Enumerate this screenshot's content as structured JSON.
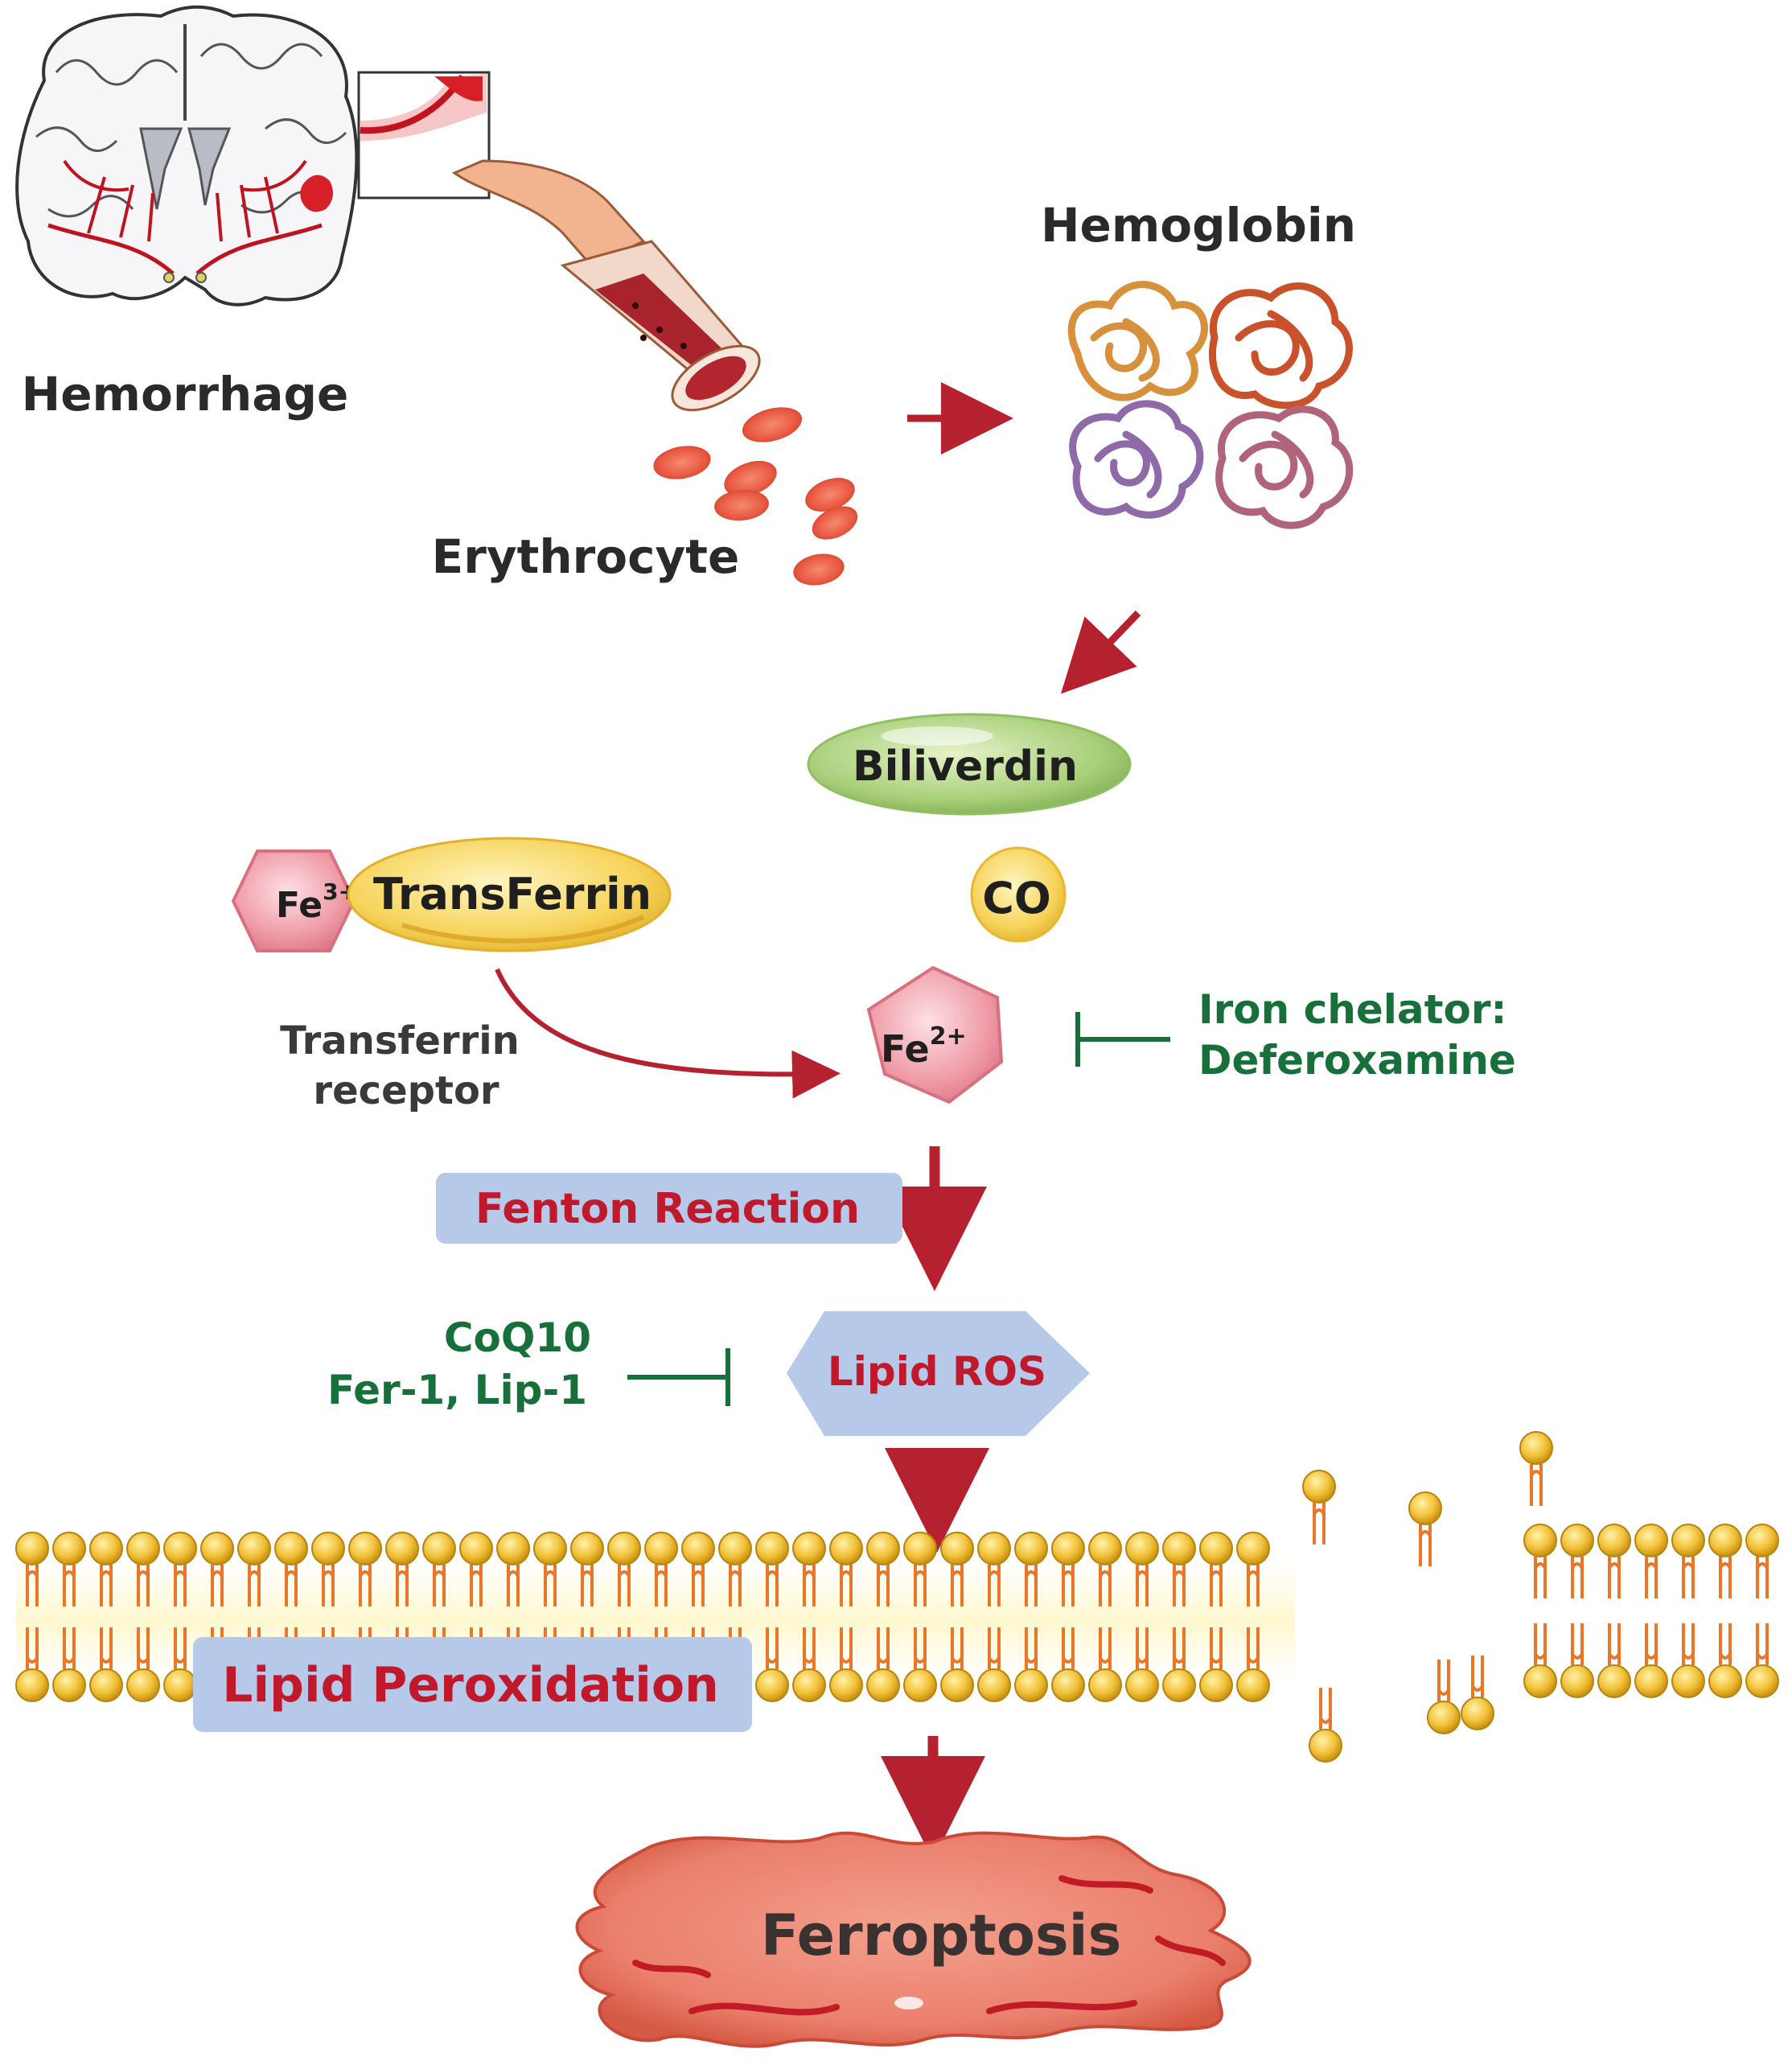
{
  "labels": {
    "hemorrhage": "Hemorrhage",
    "erythrocyte": "Erythrocyte",
    "hemoglobin": "Hemoglobin",
    "biliverdin": "Biliverdin",
    "co": "CO",
    "fe3_base": "Fe",
    "fe3_sup": "3+",
    "transferrin": "TransFerrin",
    "transferrin_receptor_line1": "Transferrin",
    "transferrin_receptor_line2": "receptor",
    "fe2_base": "Fe",
    "fe2_sup": "2+",
    "chelator_line1": "Iron chelator:",
    "chelator_line2": "Deferoxamine",
    "fenton": "Fenton Reaction",
    "lipid_ros": "Lipid ROS",
    "inhibitor_line1": "CoQ10",
    "inhibitor_line2": "Fer-1, Lip-1",
    "lipid_peroxidation": "Lipid Peroxidation",
    "ferroptosis": "Ferroptosis"
  },
  "colors": {
    "red_arrow": "#b5212f",
    "green_inhibitor": "#17703a",
    "box_blue": "#b6c9e8",
    "box_text_red": "#c0192c",
    "lipid_head": "#f2c23a",
    "lipid_tail": "#e8772a",
    "biliverdin_green": "#a8cf7a",
    "transferrin_yellow": "#f6d35a",
    "iron_pink": "#ef9aa6",
    "ferroptosis_cell": "#ea7f6c",
    "label_dark": "#2a2a2a"
  },
  "icons": [
    "brain-icon",
    "blood-vessel-icon",
    "red-blood-cell-icon",
    "hemoglobin-protein-icon",
    "lipid-bilayer-icon",
    "ferroptotic-cell-icon"
  ]
}
